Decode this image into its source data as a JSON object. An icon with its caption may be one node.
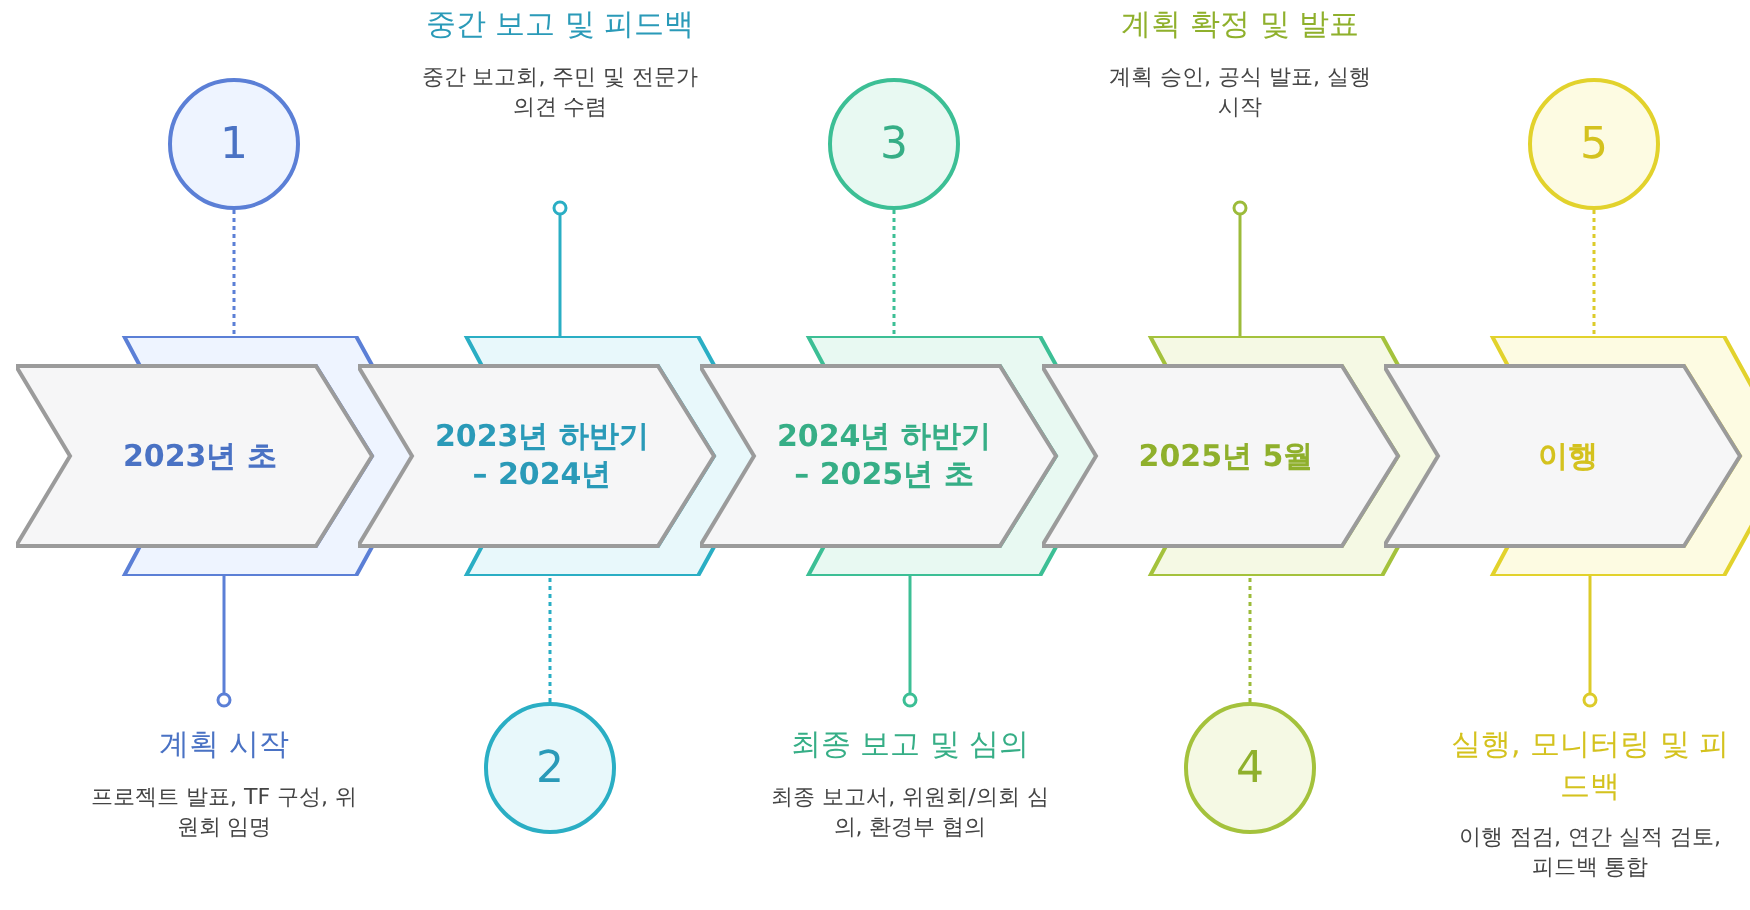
{
  "diagram": {
    "nodes": [
      {
        "text": [
          "2023년 초"
        ]
      },
      {
        "text": [
          "2023년 하반기 – 2024년"
        ]
      },
      {
        "text": [
          "2024년 하반기 – 2025년 초"
        ]
      },
      {
        "text": [
          "2025년 5월"
        ]
      },
      {
        "text": [
          "이행"
        ]
      },
      {
        "text": [
          "1"
        ]
      },
      {
        "text": [
          "2"
        ]
      },
      {
        "text": [
          "3"
        ]
      },
      {
        "text": [
          "4"
        ]
      },
      {
        "text": [
          "5"
        ]
      },
      {
        "text": [
          "계획 시작",
          "프로젝트 발표, TF 구성, 위원회 임명"
        ]
      },
      {
        "text": [
          "중간 보고 및 피드백",
          "중간 보고회, 주민 및 전문가 의견 수렴"
        ]
      },
      {
        "text": [
          "최종 보고 및 심의",
          "최종 보고서, 위원회/의회 심의, 환경부 협의"
        ]
      },
      {
        "text": [
          "계획 확정 및 발표",
          "계획 승인, 공식 발표, 실행 시작"
        ]
      },
      {
        "text": [
          "실행, 모니터링 및 피드백",
          "이행 점검, 연간 실적 검토, 피드백 통합"
        ]
      }
    ],
    "edges": [
      {
        "from": 5,
        "to": 0,
        "arrow": "none",
        "style": "dashed",
        "color": "#5b7fd6"
      },
      {
        "from": 6,
        "to": 1,
        "arrow": "none",
        "style": "dashed",
        "color": "#2aaec4"
      },
      {
        "from": 7,
        "to": 2,
        "arrow": "none",
        "style": "dashed",
        "color": "#3cbf95"
      },
      {
        "from": 8,
        "to": 3,
        "arrow": "none",
        "style": "dashed",
        "color": "#9cbb3a"
      },
      {
        "from": 9,
        "to": 4,
        "arrow": "none",
        "style": "dashed",
        "color": "#dccb2a"
      },
      {
        "from": 10,
        "to": 0,
        "arrow": "other",
        "color": "#5b7fd6"
      },
      {
        "from": 11,
        "to": 1,
        "arrow": "other",
        "color": "#2aaec4"
      },
      {
        "from": 12,
        "to": 2,
        "arrow": "other",
        "color": "#3cbf95"
      },
      {
        "from": 13,
        "to": 3,
        "arrow": "other",
        "color": "#9cbb3a"
      },
      {
        "from": 14,
        "to": 4,
        "arrow": "other",
        "color": "#dccb2a"
      }
    ]
  }
}
